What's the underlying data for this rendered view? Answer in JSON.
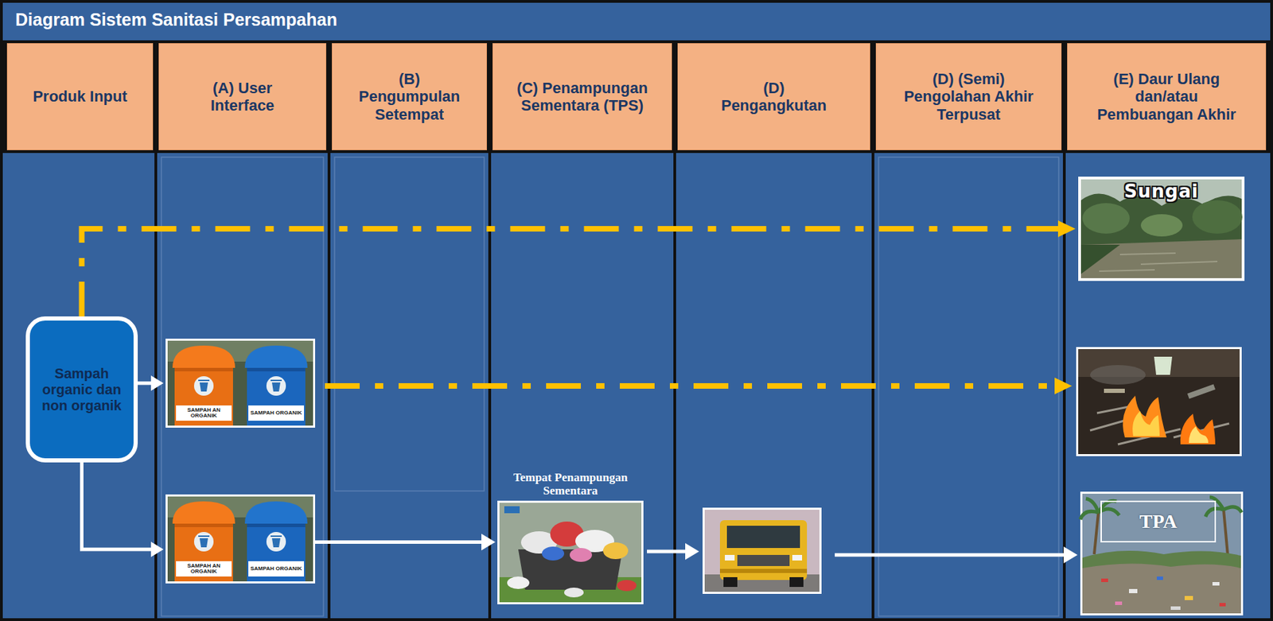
{
  "diagram": {
    "title": "Diagram Sistem Sanitasi Persampahan",
    "nodes": [
      {
        "text": [
          "Produk Input"
        ]
      },
      {
        "text": [
          "(A) User Interface"
        ]
      },
      {
        "text": [
          "(B) Pengumpulan Setempat"
        ]
      },
      {
        "text": [
          "(C) Penampungan Sementara (TPS)"
        ]
      },
      {
        "text": [
          "(D) Pengangkutan"
        ]
      },
      {
        "text": [
          "(D) (Semi) Pengolahan Akhir Terpusat"
        ]
      },
      {
        "text": [
          "(E) Daur Ulang dan/atau Pembuangan Akhir"
        ]
      },
      {
        "text": [
          "Sampah organic dan non organik"
        ]
      },
      {
        "text": [
          "SAMPAH AN ORGANIK",
          "SAMPAH ORGANIK"
        ]
      },
      {
        "text": [
          "SAMPAH AN ORGANIK",
          "SAMPAH ORGANIK"
        ]
      },
      {
        "text": [
          "Tempat Penampungan Sementara"
        ]
      },
      {
        "text": [
          "Sungai"
        ]
      },
      {
        "text": [
          "TPA"
        ]
      }
    ],
    "edges": [
      {
        "from": 7,
        "to": 11,
        "arrow": "to"
      },
      {
        "from": 7,
        "to": 8,
        "arrow": "to"
      },
      {
        "from": 7,
        "to": 9,
        "arrow": "to"
      },
      {
        "from": 9,
        "to": 10,
        "arrow": "to"
      }
    ]
  }
}
